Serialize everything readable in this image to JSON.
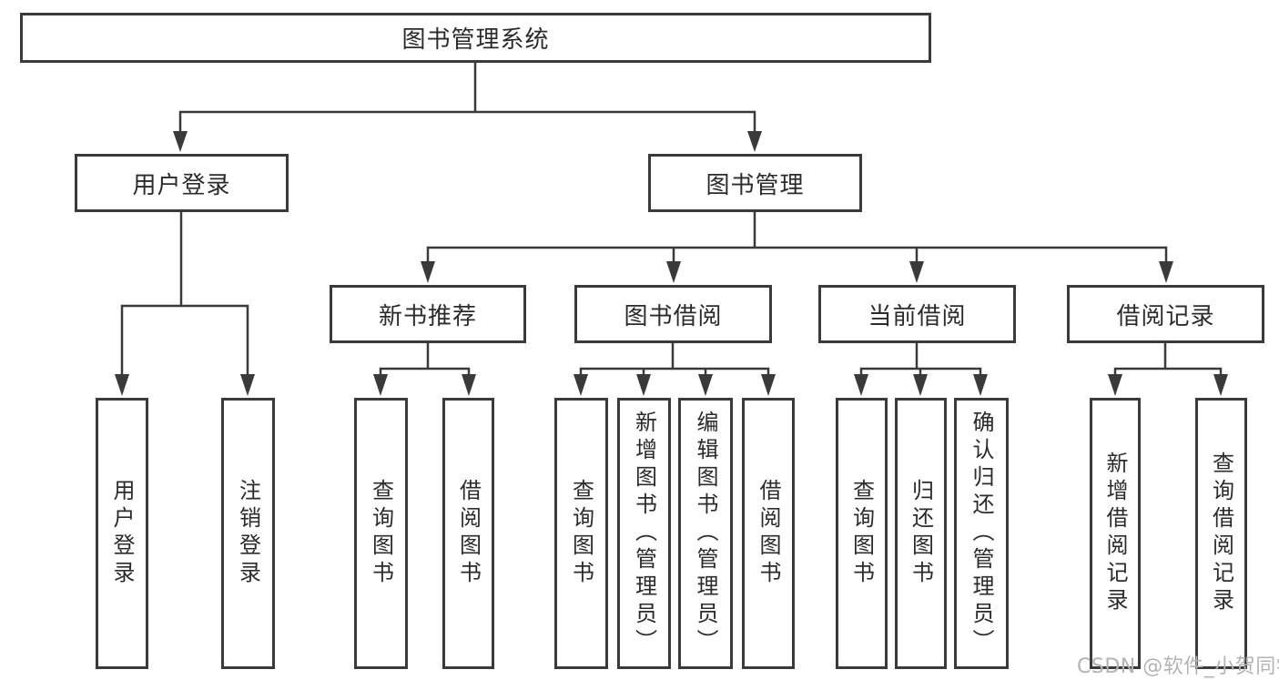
{
  "diagram": {
    "type": "hierarchy-tree",
    "title": "图书管理系统",
    "watermark": "CSDN @软件_小贺同学",
    "colors": {
      "line": "#3a3a3a",
      "box_border": "#3a3a3a",
      "text": "#2b2b2b",
      "watermark_text": "#b3b3b3",
      "background": "#ffffff"
    },
    "tree": {
      "root": {
        "label": "图书管理系统"
      },
      "level2": [
        {
          "label": "用户登录"
        },
        {
          "label": "图书管理"
        }
      ],
      "level3": [
        {
          "label": "新书推荐",
          "parent": "图书管理"
        },
        {
          "label": "图书借阅",
          "parent": "图书管理"
        },
        {
          "label": "当前借阅",
          "parent": "图书管理"
        },
        {
          "label": "借阅记录",
          "parent": "图书管理"
        }
      ],
      "leaves": {
        "user_login": [
          "用户登录",
          "注销登录"
        ],
        "new_book": [
          "查询图书",
          "借阅图书"
        ],
        "book_borrow": [
          "查询图书",
          "新增图书（管理员）",
          "编辑图书（管理员）",
          "借阅图书"
        ],
        "current_borrow": [
          "查询图书",
          "归还图书",
          "确认归还（管理员）"
        ],
        "borrow_records": [
          "新增借阅记录",
          "查询借阅记录"
        ]
      }
    }
  }
}
